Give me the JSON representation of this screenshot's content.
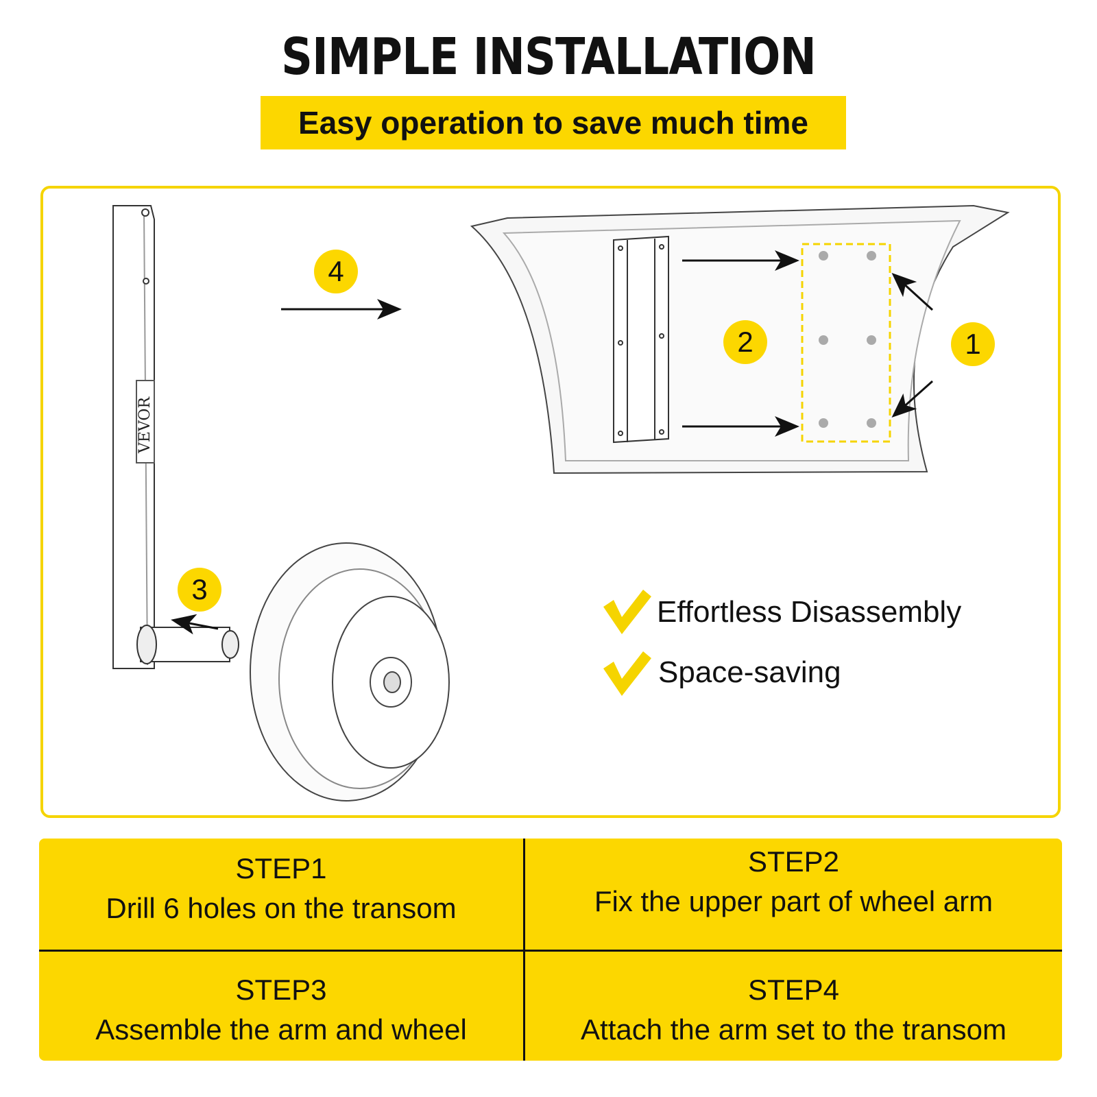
{
  "header": {
    "title": "SIMPLE INSTALLATION",
    "subtitle": "Easy operation to save much time"
  },
  "diagram": {
    "brand": "VEVOR",
    "badges": [
      "4",
      "2",
      "1",
      "3"
    ]
  },
  "features": [
    {
      "label": "Effortless Disassembly",
      "icon": "checkmark-icon"
    },
    {
      "label": "Space-saving",
      "icon": "checkmark-icon"
    }
  ],
  "steps": [
    {
      "title": "STEP1",
      "text": "Drill 6 holes on the transom"
    },
    {
      "title": "STEP2",
      "text": "Fix the upper part of wheel arm"
    },
    {
      "title": "STEP3",
      "text": "Assemble the arm and wheel"
    },
    {
      "title": "STEP4",
      "text": "Attach the arm set to the transom"
    }
  ],
  "colors": {
    "accent": "#fcd700",
    "text": "#111111"
  }
}
